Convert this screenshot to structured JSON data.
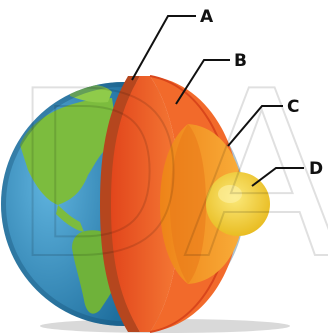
{
  "diagram": {
    "labels": {
      "a": "A",
      "b": "B",
      "c": "C",
      "d": "D"
    },
    "watermark": "DA",
    "colors": {
      "ocean": "#2f8fc4",
      "land": "#7cbc3e",
      "crust": "#b5461e",
      "mantle": "#ef5a24",
      "outer_core": "#f6961f",
      "inner_core": "#f4d33b",
      "leader_line": "#111111"
    }
  }
}
